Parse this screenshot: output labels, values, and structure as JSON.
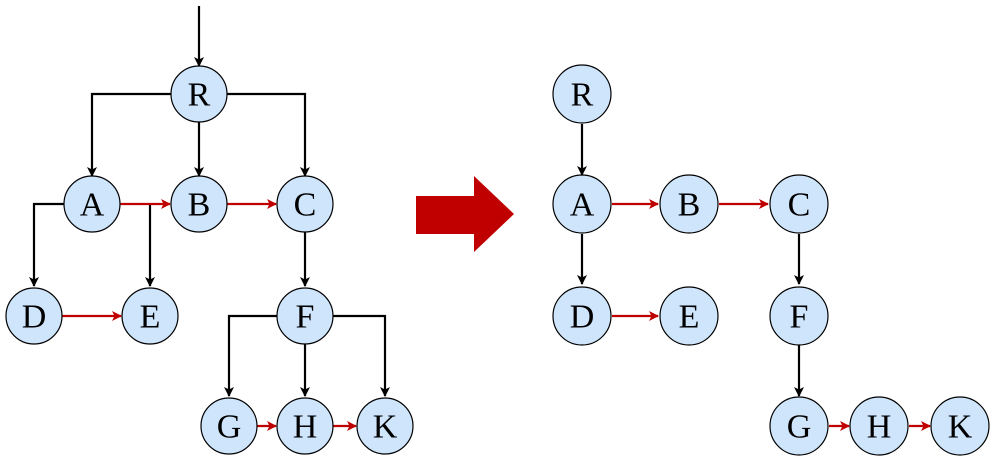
{
  "colors": {
    "node_fill": "#cfe5fb",
    "node_stroke": "#000000",
    "tree_edge": "#000000",
    "sibling_edge": "#c00000",
    "transform_arrow": "#c00000"
  },
  "left_tree": {
    "nodes": {
      "R": "R",
      "A": "A",
      "B": "B",
      "C": "C",
      "D": "D",
      "E": "E",
      "F": "F",
      "G": "G",
      "H": "H",
      "K": "K"
    }
  },
  "right_tree": {
    "nodes": {
      "R": "R",
      "A": "A",
      "B": "B",
      "C": "C",
      "D": "D",
      "E": "E",
      "F": "F",
      "G": "G",
      "H": "H",
      "K": "K"
    }
  },
  "transform_arrow": {
    "icon": "right-block-arrow-icon"
  }
}
